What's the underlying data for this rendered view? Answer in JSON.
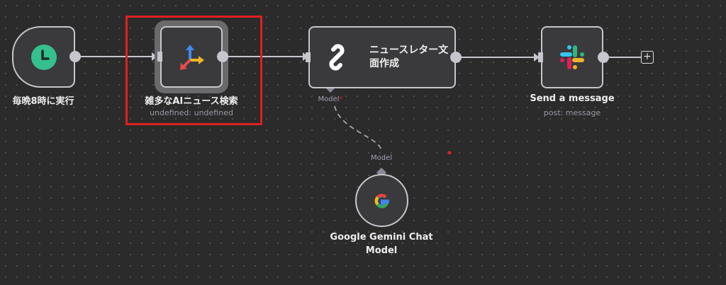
{
  "nodes": {
    "trigger": {
      "label": "毎晩8時に実行",
      "icon": "clock-icon"
    },
    "search": {
      "label": "雑多なAIニュース検索",
      "subtitle": "undefined: undefined",
      "icon": "axes-arrows-icon"
    },
    "newsletter": {
      "label_line1": "ニュースレター文",
      "label_line2": "面作成",
      "icon": "link-chain-icon",
      "model_port": "Model",
      "required_mark": "*"
    },
    "slack": {
      "label": "Send a message",
      "subtitle": "post: message",
      "icon": "slack-icon"
    },
    "gemini": {
      "label_line1": "Google Gemini Chat",
      "label_line2": "Model",
      "port": "Model",
      "icon": "google-icon"
    }
  },
  "add_button": "+",
  "colors": {
    "highlight": "#e02020",
    "trigger_green": "#35c08f",
    "canvas": "#2b2b2b"
  }
}
